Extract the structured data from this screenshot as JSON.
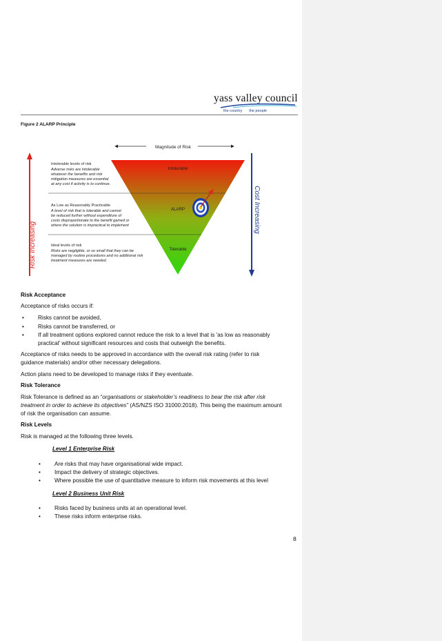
{
  "header": {
    "logo_name": "yass valley council",
    "tagline_left": "the country",
    "tagline_right": "the people"
  },
  "figure": {
    "title": "Figure 2 ALARP Principle",
    "magnitude_label": "Magnitude of Risk",
    "left_axis": "Risk Increasing",
    "right_axis": "Cost Increasing",
    "zone_intolerable": "Intolerable",
    "zone_alarp": "ALARP",
    "zone_tolerable": "Tolerable",
    "block1_title": "Intolerable levels of risk",
    "block1_lines": [
      "Adverse risks are intolerable",
      "whatever the benefits and risk",
      "mitigation measures are essential",
      "at any cost if activity is to continue."
    ],
    "block2_title": "As Low as Reasonably Practicable",
    "block2_lines": [
      "A level of risk that is tolerable and cannot",
      "be reduced further without expenditure of",
      "costs disproportionate to the benefit gained or",
      "where the solution is impractical to implement"
    ],
    "block3_title": "Ideal levels of risk",
    "block3_lines": [
      "Risks are negligible, or so small that they can be",
      "managed by routine procedures and no additional risk",
      "treatment measures are needed."
    ],
    "colors": {
      "top": "#ee1c0c",
      "middle": "#8fae13",
      "bottom": "#2ed80f",
      "left_arrow": "#e0201b",
      "right_arrow": "#1f3b8f"
    }
  },
  "body": {
    "risk_acceptance_heading": "Risk Acceptance",
    "acceptance_intro": "Acceptance of risks occurs if:",
    "acceptance_bullets": [
      "Risks cannot be avoided,",
      "Risks cannot be transferred, or",
      "If all treatment options explored cannot reduce the risk to a level that is 'as low as reasonably",
      "practical' without significant resources and costs that outweigh the benefits."
    ],
    "acceptance_para_1": "Acceptance of risks needs to be approved in accordance with the overall risk rating (refer to risk",
    "acceptance_para_2": "guidance materials) and/or other necessary delegations.",
    "action_plans": "Action plans need to be developed to manage risks if they eventuate.",
    "risk_tolerance_heading": "Risk Tolerance",
    "tolerance_1a": "Risk Tolerance is defined as an “",
    "tolerance_1b": "organisations or stakeholder’s readiness to bear the risk after risk",
    "tolerance_2a": "treatment in order to achieve its objectives”",
    "tolerance_2b": " (AS/NZS ISO 31000:2018). This being the maximum amount",
    "tolerance_3": "of risk the organisation can assume.",
    "risk_levels_heading": "Risk Levels",
    "risk_levels_intro": "Risk is managed at the following three levels.",
    "level1_heading": "Level 1 Enterprise Risk",
    "level1_bullets": [
      "Are risks that may have organisational wide impact.",
      "Impact the delivery of strategic objectives.",
      "Where possible the use of quantitative measure to inform risk movements at this level"
    ],
    "level2_heading": "Level 2 Business Unit Risk",
    "level2_bullets": [
      "Risks faced by business units at an operational level.",
      "These risks inform enterprise risks."
    ],
    "bullet_char": "•"
  },
  "footer": {
    "page_number": "8"
  }
}
